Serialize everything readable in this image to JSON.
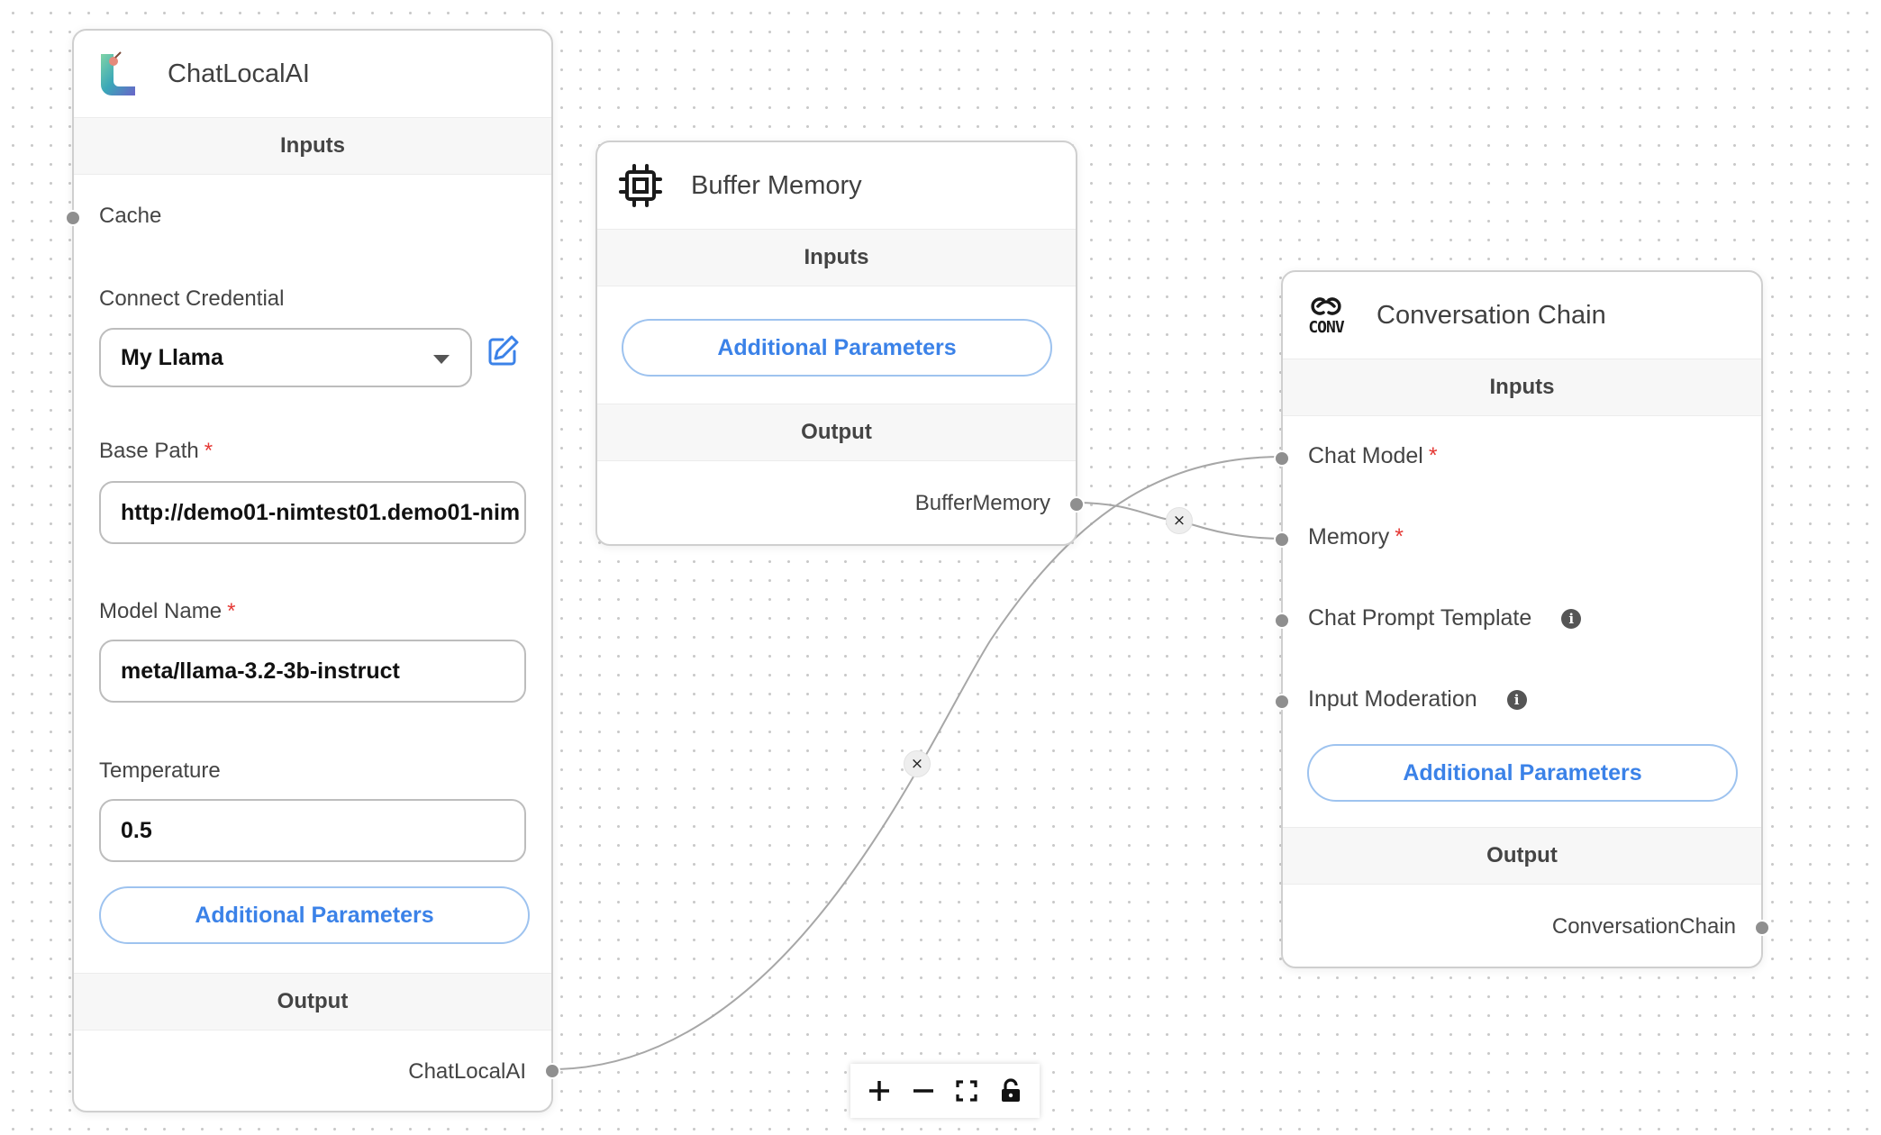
{
  "nodes": {
    "chat_local_ai": {
      "title": "ChatLocalAI",
      "inputs_label": "Inputs",
      "cache_label": "Cache",
      "credential_label": "Connect Credential",
      "credential_value": "My Llama",
      "base_path_label": "Base Path",
      "base_path_value": "http://demo01-nimtest01.demo01-nim",
      "model_name_label": "Model Name",
      "model_name_value": "meta/llama-3.2-3b-instruct",
      "temperature_label": "Temperature",
      "temperature_value": "0.5",
      "additional_params": "Additional Parameters",
      "output_label": "Output",
      "output_anchor": "ChatLocalAI"
    },
    "buffer_memory": {
      "title": "Buffer Memory",
      "inputs_label": "Inputs",
      "additional_params": "Additional Parameters",
      "output_label": "Output",
      "output_anchor": "BufferMemory"
    },
    "conversation_chain": {
      "title": "Conversation Chain",
      "icon_text": "CONV",
      "inputs_label": "Inputs",
      "chat_model_label": "Chat Model",
      "memory_label": "Memory",
      "chat_prompt_label": "Chat Prompt Template",
      "input_moderation_label": "Input Moderation",
      "additional_params": "Additional Parameters",
      "output_label": "Output",
      "output_anchor": "ConversationChain"
    }
  },
  "required_marker": "*",
  "info_glyph": "i",
  "edge_remove_glyph": "×",
  "colors": {
    "accent_blue": "#3b82e8",
    "required_red": "#e53935",
    "edge_gray": "#a7a7a7",
    "handle_gray": "#8f8f8f"
  },
  "icons": [
    "chatlocalai-logo-icon",
    "cpu-chip-icon",
    "conv-chain-icon",
    "chevron-down-icon",
    "edit-icon",
    "info-icon",
    "zoom-in-icon",
    "zoom-out-icon",
    "fit-view-icon",
    "lock-icon"
  ]
}
